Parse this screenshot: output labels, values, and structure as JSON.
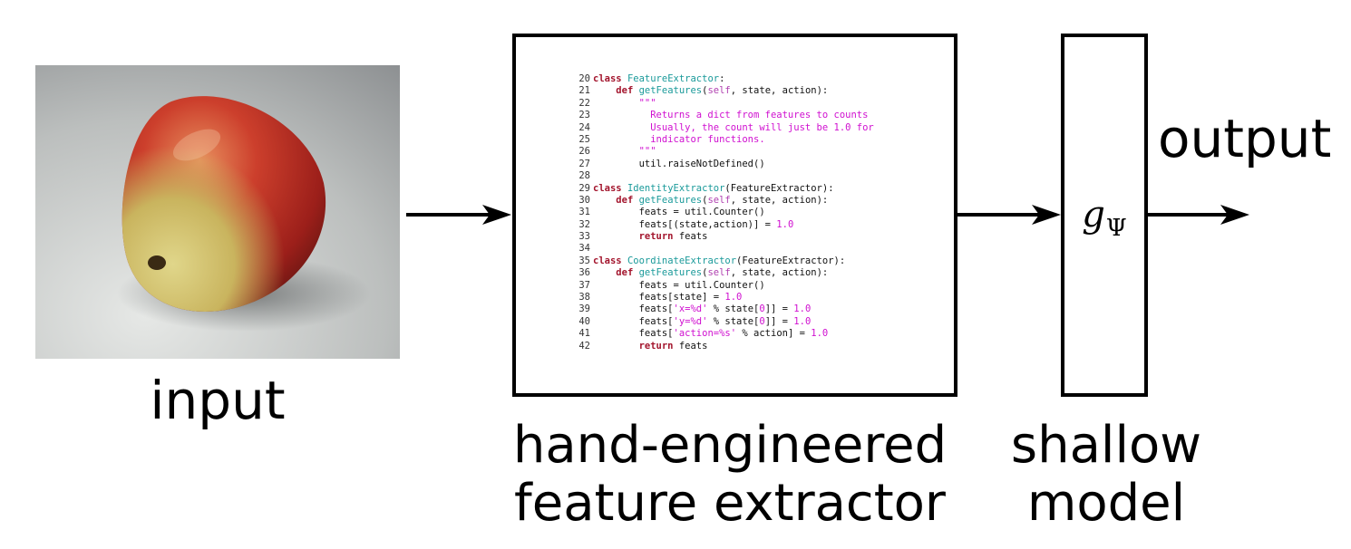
{
  "input": {
    "label": "input",
    "image_subject": "apple-photo"
  },
  "extractor": {
    "label_line1": "hand-engineered",
    "label_line2": "feature extractor",
    "code": [
      {
        "n": "20",
        "tokens": [
          [
            "kw",
            "class "
          ],
          [
            "fn",
            "FeatureExtractor"
          ],
          [
            "",
            ":"
          ]
        ]
      },
      {
        "n": "21",
        "tokens": [
          [
            "",
            "    "
          ],
          [
            "kw",
            "def "
          ],
          [
            "fn",
            "getFeatures"
          ],
          [
            "",
            "("
          ],
          [
            "sf",
            "self"
          ],
          [
            "",
            ", state, action):"
          ]
        ]
      },
      {
        "n": "22",
        "tokens": [
          [
            "",
            "        "
          ],
          [
            "str",
            "\"\"\""
          ]
        ]
      },
      {
        "n": "23",
        "tokens": [
          [
            "",
            "          "
          ],
          [
            "str",
            "Returns a dict from features to counts"
          ]
        ]
      },
      {
        "n": "24",
        "tokens": [
          [
            "",
            "          "
          ],
          [
            "str",
            "Usually, the count will just be 1.0 for"
          ]
        ]
      },
      {
        "n": "25",
        "tokens": [
          [
            "",
            "          "
          ],
          [
            "str",
            "indicator functions."
          ]
        ]
      },
      {
        "n": "26",
        "tokens": [
          [
            "",
            "        "
          ],
          [
            "str",
            "\"\"\""
          ]
        ]
      },
      {
        "n": "27",
        "tokens": [
          [
            "",
            "        util.raiseNotDefined()"
          ]
        ]
      },
      {
        "n": "28",
        "tokens": []
      },
      {
        "n": "29",
        "tokens": [
          [
            "kw",
            "class "
          ],
          [
            "fn",
            "IdentityExtractor"
          ],
          [
            "",
            "(FeatureExtractor):"
          ]
        ]
      },
      {
        "n": "30",
        "tokens": [
          [
            "",
            "    "
          ],
          [
            "kw",
            "def "
          ],
          [
            "fn",
            "getFeatures"
          ],
          [
            "",
            "("
          ],
          [
            "sf",
            "self"
          ],
          [
            "",
            ", state, action):"
          ]
        ]
      },
      {
        "n": "31",
        "tokens": [
          [
            "",
            "        feats = util.Counter()"
          ]
        ]
      },
      {
        "n": "32",
        "tokens": [
          [
            "",
            "        feats[(state,action)] = "
          ],
          [
            "num",
            "1.0"
          ]
        ]
      },
      {
        "n": "33",
        "tokens": [
          [
            "",
            "        "
          ],
          [
            "kw",
            "return "
          ],
          [
            "",
            "feats"
          ]
        ]
      },
      {
        "n": "34",
        "tokens": []
      },
      {
        "n": "35",
        "tokens": [
          [
            "kw",
            "class "
          ],
          [
            "fn",
            "CoordinateExtractor"
          ],
          [
            "",
            "(FeatureExtractor):"
          ]
        ]
      },
      {
        "n": "36",
        "tokens": [
          [
            "",
            "    "
          ],
          [
            "kw",
            "def "
          ],
          [
            "fn",
            "getFeatures"
          ],
          [
            "",
            "("
          ],
          [
            "sf",
            "self"
          ],
          [
            "",
            ", state, action):"
          ]
        ]
      },
      {
        "n": "37",
        "tokens": [
          [
            "",
            "        feats = util.Counter()"
          ]
        ]
      },
      {
        "n": "38",
        "tokens": [
          [
            "",
            "        feats[state] = "
          ],
          [
            "num",
            "1.0"
          ]
        ]
      },
      {
        "n": "39",
        "tokens": [
          [
            "",
            "        feats["
          ],
          [
            "str",
            "'x=%d'"
          ],
          [
            "",
            " % state["
          ],
          [
            "num",
            "0"
          ],
          [
            "",
            "]] = "
          ],
          [
            "num",
            "1.0"
          ]
        ]
      },
      {
        "n": "40",
        "tokens": [
          [
            "",
            "        feats["
          ],
          [
            "str",
            "'y=%d'"
          ],
          [
            "",
            " % state["
          ],
          [
            "num",
            "0"
          ],
          [
            "",
            "]] = "
          ],
          [
            "num",
            "1.0"
          ]
        ]
      },
      {
        "n": "41",
        "tokens": [
          [
            "",
            "        feats["
          ],
          [
            "str",
            "'action=%s'"
          ],
          [
            "",
            " % action] = "
          ],
          [
            "num",
            "1.0"
          ]
        ]
      },
      {
        "n": "42",
        "tokens": [
          [
            "",
            "        "
          ],
          [
            "kw",
            "return "
          ],
          [
            "",
            "feats"
          ]
        ]
      }
    ]
  },
  "model": {
    "label_line1": "shallow",
    "label_line2": "model",
    "symbol_base": "g",
    "symbol_subscript": "Ψ"
  },
  "output": {
    "label": "output"
  }
}
